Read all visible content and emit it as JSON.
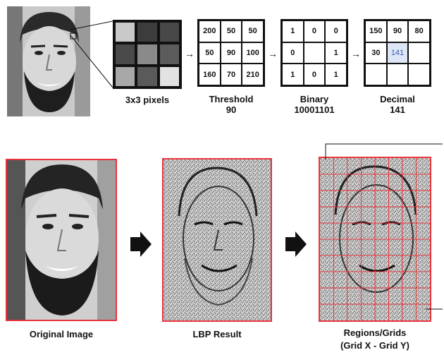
{
  "pixels": {
    "label": "3x3 pixels",
    "shades": [
      "#c8c8c8",
      "#3c3c3c",
      "#484848",
      "#4a4a4a",
      "#8a8a8a",
      "#5c5c5c",
      "#a8a8a8",
      "#5a5a5a",
      "#e2e2e2"
    ]
  },
  "threshold": {
    "title": "Threshold",
    "value": "90",
    "cells": [
      "200",
      "50",
      "50",
      "50",
      "90",
      "100",
      "160",
      "70",
      "210"
    ]
  },
  "binary": {
    "title": "Binary",
    "value": "10001101",
    "cells": [
      "1",
      "0",
      "0",
      "0",
      "",
      "1",
      "1",
      "0",
      "1"
    ]
  },
  "decimal": {
    "title": "Decimal",
    "value": "141",
    "cells": [
      "150",
      "90",
      "80",
      "30",
      "141",
      "",
      "",
      "",
      ""
    ],
    "highlight_color": "#3b5bb5",
    "highlight_bg": "#dde6f6"
  },
  "bottom": {
    "original_label": "Original Image",
    "lbp_label": "LBP Result",
    "regions_label_1": "Regions/Grids",
    "regions_label_2": "(Grid X - Grid Y)"
  },
  "colors": {
    "frame": "#e8333a",
    "grid": "#e8333a"
  }
}
